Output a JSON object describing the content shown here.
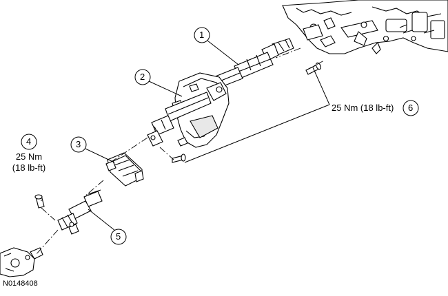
{
  "callouts": [
    {
      "number": "1"
    },
    {
      "number": "2"
    },
    {
      "number": "3"
    },
    {
      "number": "4"
    },
    {
      "number": "5"
    },
    {
      "number": "6"
    }
  ],
  "torque_6": "25 Nm (18 lb-ft)",
  "torque_4_line1": "25 Nm",
  "torque_4_line2": "(18 lb-ft)",
  "figure_code": "N0148408"
}
